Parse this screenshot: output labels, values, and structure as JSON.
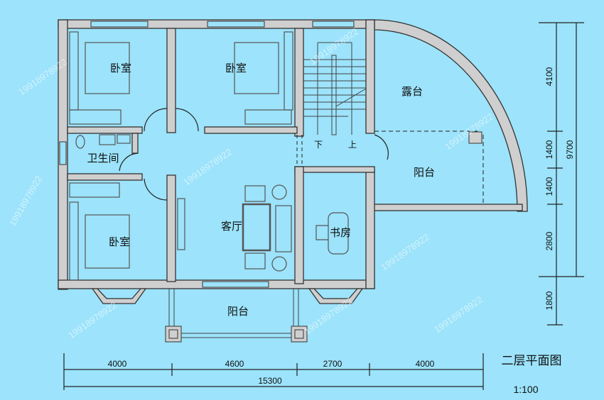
{
  "plan": {
    "title": "二层平面图",
    "scale": "1:100",
    "watermark": "19918978922",
    "rooms": {
      "bedroom_top_left": "卧室",
      "bedroom_top_middle": "卧室",
      "bedroom_bottom_left": "卧室",
      "bathroom": "卫生间",
      "living_room": "客厅",
      "study": "书房",
      "terrace": "露台",
      "balcony_right": "阳台",
      "balcony_bottom": "阳台"
    },
    "stairs": {
      "down": "下",
      "up": "上"
    }
  },
  "dimensions": {
    "horizontal": [
      "4000",
      "4600",
      "2700",
      "4000"
    ],
    "horizontal_total": "15300",
    "vertical": [
      "4100",
      "1400",
      "1400",
      "2800",
      "1800"
    ],
    "vertical_total": "9700"
  },
  "colors": {
    "background": "#9ce3fb",
    "wall": "#cfcfcf"
  }
}
